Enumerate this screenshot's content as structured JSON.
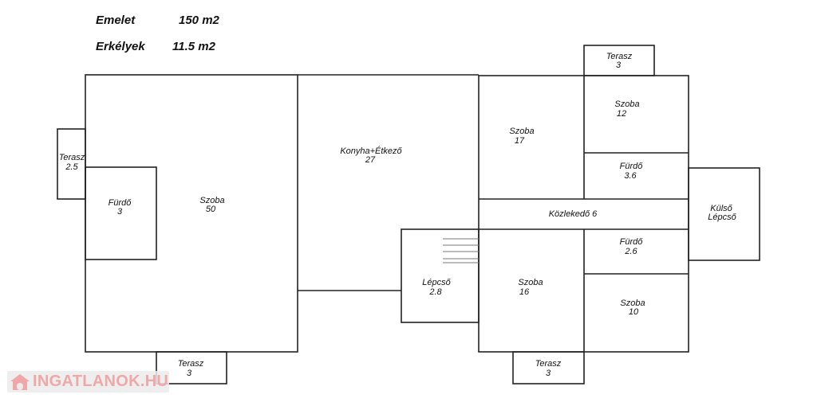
{
  "header": {
    "floor_label": "Emelet",
    "floor_area": "150 m2",
    "balcony_label": "Erkélyek",
    "balcony_area": "11.5 m2"
  },
  "rooms": {
    "terasz_left": {
      "name": "Terasz",
      "area": "2.5"
    },
    "furdo_left": {
      "name": "Fürdő",
      "area": "3"
    },
    "szoba_50": {
      "name": "Szoba",
      "area": "50"
    },
    "terasz_bottom_left": {
      "name": "Terasz",
      "area": "3"
    },
    "konyha": {
      "name": "Konyha+Étkező",
      "area": "27"
    },
    "lepcso": {
      "name": "Lépcső",
      "area": "2.8"
    },
    "szoba_17": {
      "name": "Szoba",
      "area": "17"
    },
    "terasz_top": {
      "name": "Terasz",
      "area": "3"
    },
    "szoba_12": {
      "name": "Szoba",
      "area": "12"
    },
    "furdo_36": {
      "name": "Fürdő",
      "area": "3.6"
    },
    "kozlekedo": {
      "name": "Közlekedő 6"
    },
    "kulso_lepcso": {
      "name": "Külső",
      "name2": "Lépcső"
    },
    "szoba_16": {
      "name": "Szoba",
      "area": "16"
    },
    "furdo_26": {
      "name": "Fürdő",
      "area": "2.6"
    },
    "szoba_10": {
      "name": "Szoba",
      "area": "10"
    },
    "terasz_bottom_right": {
      "name": "Terasz",
      "area": "3"
    }
  },
  "watermark": {
    "text": "INGATLANOK.HU",
    "color": "#f0a7a7"
  }
}
